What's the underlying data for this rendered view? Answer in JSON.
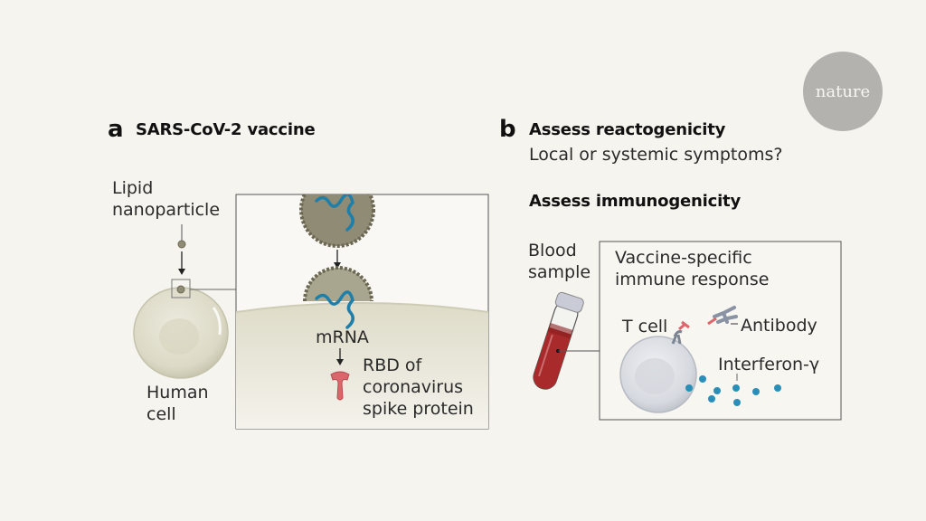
{
  "logo": {
    "text": "nature"
  },
  "panel_a": {
    "letter": "a",
    "title": "SARS-CoV-2 vaccine",
    "lipid_label_line1": "Lipid",
    "lipid_label_line2": "nanoparticle",
    "human_cell_line1": "Human",
    "human_cell_line2": "cell",
    "mrna_label": "mRNA",
    "rbd_line1": "RBD of",
    "rbd_line2": "coronavirus",
    "rbd_line3": "spike protein"
  },
  "panel_b": {
    "letter": "b",
    "title_reacto": "Assess reactogenicity",
    "reacto_sub": "Local or systemic symptoms?",
    "title_immuno": "Assess immunogenicity",
    "blood_line1": "Blood",
    "blood_line2": "sample",
    "box_title_line1": "Vaccine-specific",
    "box_title_line2": "immune response",
    "t_cell_label": "T cell",
    "antibody_label": "Antibody",
    "interferon_label": "Interferon-γ"
  },
  "colors": {
    "background": "#f5f4ee",
    "mrna": "#1f7fa8",
    "lipid": "#8f8b74",
    "spike": "#d9676b",
    "blood": "#a82a2a",
    "interferon": "#2a8fb8"
  }
}
